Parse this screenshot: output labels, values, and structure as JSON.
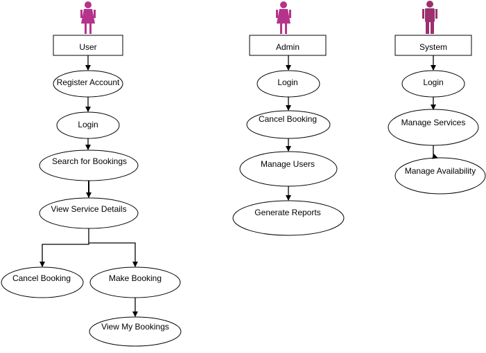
{
  "colors": {
    "actor_female": "#b5338a",
    "actor_male": "#9c2f6e",
    "stroke": "#000000",
    "fill": "#ffffff"
  },
  "actors": {
    "user": {
      "label": "User",
      "icon": "female-person-icon"
    },
    "admin": {
      "label": "Admin",
      "icon": "female-person-icon"
    },
    "system": {
      "label": "System",
      "icon": "male-person-icon"
    }
  },
  "use_cases": {
    "user_register": "Register Account",
    "user_login": "Login",
    "user_search": "Search for Bookings",
    "user_view_details": "View Service Details",
    "user_cancel": "Cancel Booking",
    "user_make": "Make Booking",
    "user_view_my": "View My Bookings",
    "admin_login": "Login",
    "admin_cancel": "Cancel Booking",
    "admin_manage_users": "Manage Users",
    "admin_reports": "Generate Reports",
    "system_login": "Login",
    "system_manage_services": "Manage Services",
    "system_manage_availability": "Manage Availability"
  }
}
